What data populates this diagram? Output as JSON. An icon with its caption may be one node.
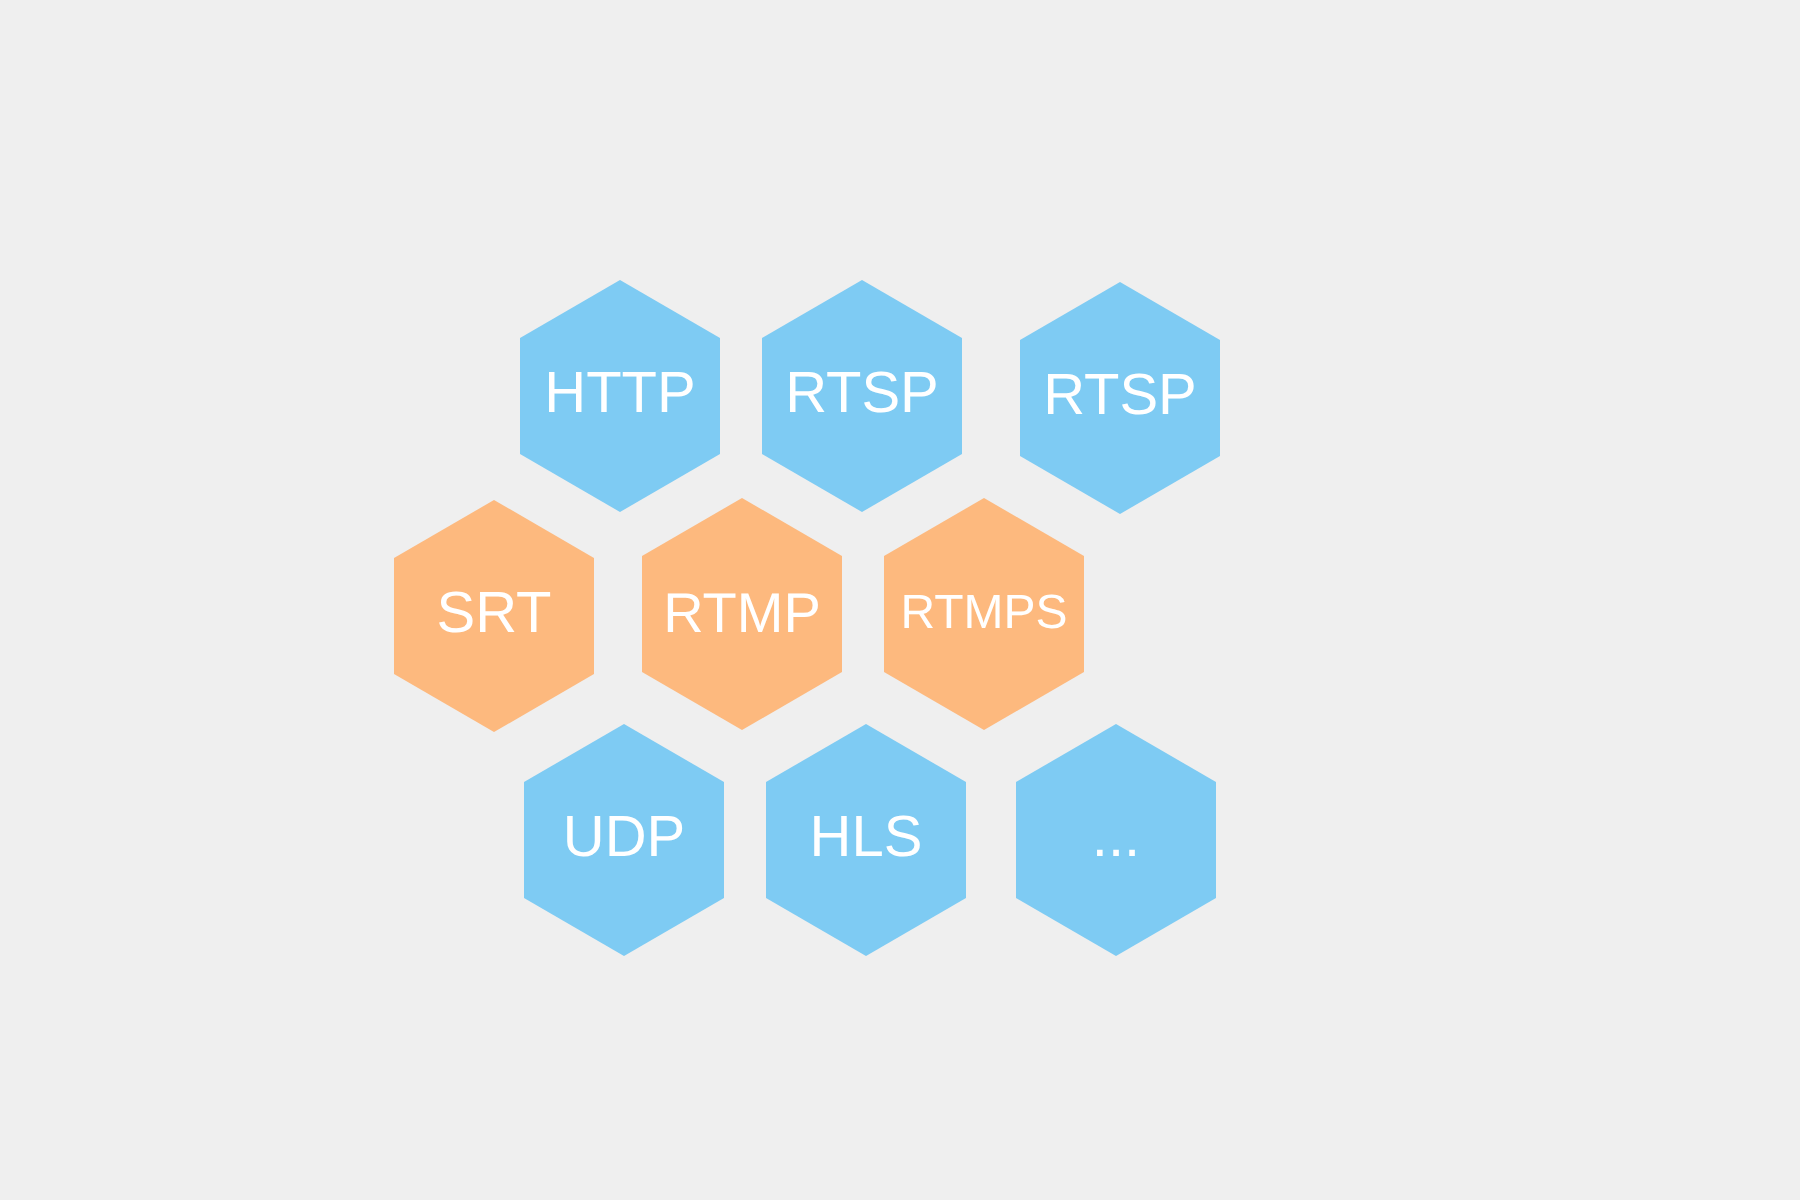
{
  "diagram": {
    "nodes": [
      {
        "text": [
          "HTTP"
        ]
      },
      {
        "text": [
          "RTSP"
        ]
      },
      {
        "text": [
          "RTSP"
        ]
      },
      {
        "text": [
          "SRT"
        ]
      },
      {
        "text": [
          "RTMP"
        ]
      },
      {
        "text": [
          "RTMPS"
        ]
      },
      {
        "text": [
          "UDP"
        ]
      },
      {
        "text": [
          "HLS"
        ]
      },
      {
        "text": [
          "..."
        ]
      }
    ]
  }
}
